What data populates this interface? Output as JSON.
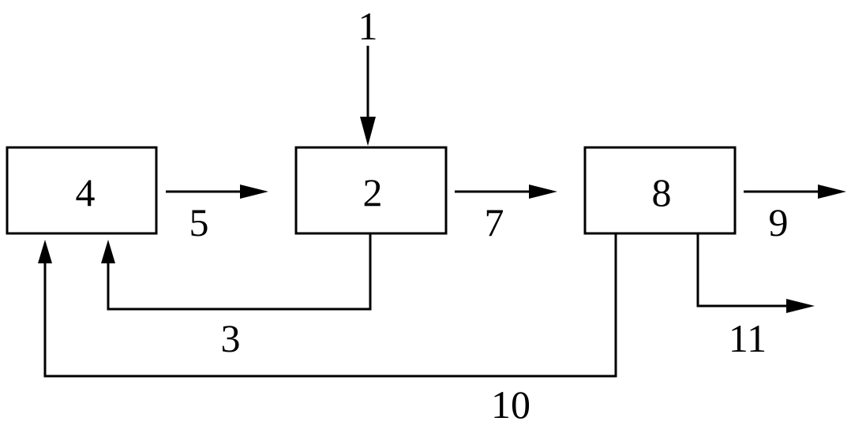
{
  "diagram": {
    "boxes": {
      "b4": "4",
      "b2": "2",
      "b8": "8"
    },
    "streams": {
      "s1": "1",
      "s3": "3",
      "s5": "5",
      "s7": "7",
      "s9": "9",
      "s10": "10",
      "s11": "11"
    }
  }
}
